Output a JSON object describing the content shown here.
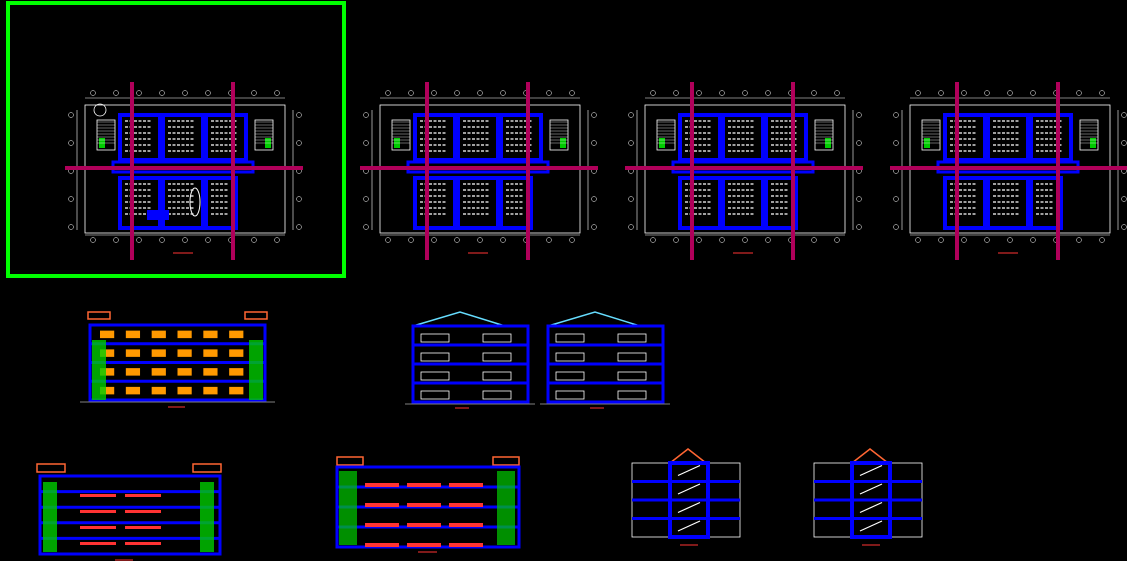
{
  "viewport": {
    "background": "#000000",
    "selection_color": "#00ff00",
    "selection_label": ""
  },
  "palette": {
    "wall": "#0000ff",
    "axis": "#b0005a",
    "line": "#ffffff",
    "green": "#00cc00",
    "orange": "#ff9900",
    "red": "#ff3333",
    "cyan": "#66ddff",
    "roof": "#ff6633"
  },
  "sheets": {
    "plans": [
      {
        "id": "plan-1",
        "variant": "ground"
      },
      {
        "id": "plan-2",
        "variant": "classroom"
      },
      {
        "id": "plan-3",
        "variant": "classroom"
      },
      {
        "id": "plan-4",
        "variant": "classroom"
      }
    ],
    "elevations": [
      {
        "id": "front-elevation",
        "floors": 4
      },
      {
        "id": "side-elevation-a",
        "floors": 4
      },
      {
        "id": "side-elevation-b",
        "floors": 4
      },
      {
        "id": "rear-elevation",
        "floors": 5
      },
      {
        "id": "section-elevation",
        "floors": 4
      }
    ],
    "stair_sections": [
      {
        "id": "stair-section-a",
        "floors": 4
      },
      {
        "id": "stair-section-b",
        "floors": 4
      }
    ]
  }
}
